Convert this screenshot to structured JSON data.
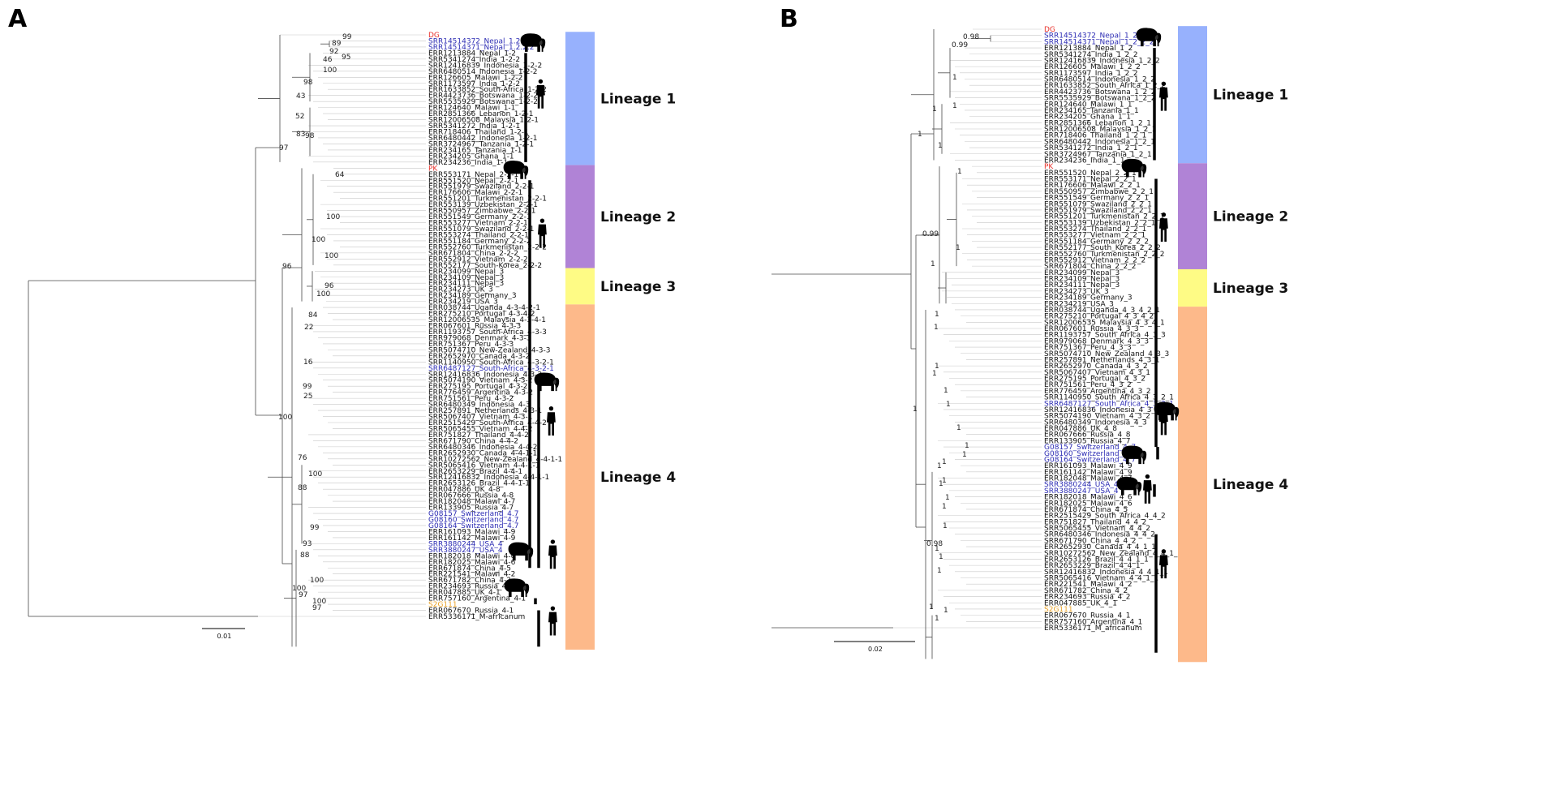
{
  "panels": [
    {
      "label": "A",
      "scale_label": "0.01",
      "lineages": [
        {
          "name": "Lineage 1",
          "color": "#97b1fd"
        },
        {
          "name": "Lineage 2",
          "color": "#b083d6"
        },
        {
          "name": "Lineage 3",
          "color": "#fefb85"
        },
        {
          "name": "Lineage 4",
          "color": "#fdb98a"
        }
      ],
      "leaves": [
        "DG",
        "SRR14514372_Nepal_1.2.2.2",
        "SRR14514371_Nepal_1.2.2.2",
        "ERR1213884_Nepal_1-2",
        "SRR5341274_India_1-2-2",
        "SRR12416839_Indonesia_1-2-2",
        "SRR6480514_Indonesia_1-2-2",
        "ERR126605_Malawi_1-2-2",
        "SRR1173597_India_1-2-2",
        "ERR1633852_South-Africa_1-2-2",
        "ERR4423736_Botswana_1-2-2",
        "SRR5535929_Botswana_1-2-2",
        "ERR124640_Malawi_1-1",
        "ERR2851366_Lebanon_1-2-1",
        "SRR12006508_Malaysia_1-2-1",
        "SRR5341272_India_1-2-1",
        "ERR718406_Thailand_1-2-1",
        "SRR6480442_Indonesia_1-2-1",
        "SRR3724967_Tanzania_1-2-1",
        "ERR234165_Tanzania_1-1",
        "ERR234205_Ghana_1-1",
        "ERR234236_India_1-1",
        "PK",
        "ERR553171_Nepal_2-2-1",
        "ERR551520_Nepal_2-2-1",
        "ERR551979_Swaziland_2-2-1",
        "ERR176606_Malawi_2-2-1",
        "ERR551201_Turkmenistan_2-2-1",
        "ERR553139_Uzbekistan_2-2-1",
        "ERR550957_Zimbabwe_2-2-1",
        "ERR551549_Germany_2-2-1",
        "ERR553277_Vietnam_2-2-1",
        "ERR551079_Swaziland_2-2-1",
        "ERR553274_Thailand_2-2-1",
        "ERR551184_Germany_2-2-2",
        "ERR552760_Turkmenistan_2-2-2",
        "SRR671804_China_2-2-2",
        "ERR552912_Vietnam_2-2-2",
        "ERR552177_South-Korea_2-2-2",
        "ERR234099_Nepal_3",
        "ERR234109_Nepal_3",
        "ERR234111_Nepal_3",
        "ERR234273_UK_3",
        "ERR234189_Germany_3",
        "ERR234219_USA_3",
        "ERR038744_Uganda_4-3-4-2-1",
        "ERR275210_Portugal_4-3-4-2",
        "SRR12006535_Malaysia_4-3-4-1",
        "ERR067601_Russia_4-3-3",
        "ERR1193757_South-Africa_4-3-3",
        "ERR979068_Denmark_4-3-3",
        "ERR751367_Peru_4-3-3",
        "SRR5074710_New-Zealand_4-3-3",
        "ERR2652970_Canada_4-3-2",
        "SRR1140950_South-Africa_4-3-2-1",
        "SRR6487127_South-Africa_4-3-2-1",
        "SRR12416836_Indonesia_4-3-2",
        "SRR5074190_Vietnam_4-3-2",
        "ERR275195_Portugal_4-3-2",
        "ERR776459_Argentina_4-3-2",
        "ERR751561_Peru_4-3-2",
        "SRR6480349_Indonesia_4-3",
        "ERR257891_Netherlands_4-3-1",
        "SRR5067407_Vietnam_4-3-1",
        "ERR2515429_South-Africa_4-4-2",
        "SRR5065455_Vietnam_4-4-2",
        "ERR751827_Thailand_4-4-2",
        "SRR671790_China_4-4-2",
        "SRR6480346_Indonesia_4-4-2",
        "ERR2652930_Canada_4-4-1-1",
        "SRR10272562_New-Zealand_4-4-1-1",
        "SRR5065416_Vietnam_4-4-1-1",
        "ERR2653229_Brazil_4-4-1",
        "SRR12416832_Indonesia_4-4-1-1",
        "ERR2653126_Brazil_4-4-1-1",
        "ERR047886_UK_4-8",
        "ERR067666_Russia_4-8",
        "ERR182048_Malawi_4-7",
        "ERR133905_Russia_4-7",
        "G08157_Switzerland_4.7",
        "G08160_Switzerland_4.7",
        "G08164_Switzerland_4.7",
        "ERR161093_Malawi_4-9",
        "ERR161142_Malawi_4-9",
        "SRR3880244_USA_4",
        "SRR3880247_USA_4",
        "ERR182018_Malawi_4-6",
        "ERR182025_Malawi_4-6",
        "ERR671874_China_4-5",
        "ERR221541_Malawi_4-2",
        "SRR671782_China_4-2",
        "ERR234693_Russia_4-2",
        "ERR047885_UK_4-1",
        "ERR757160_Argentina_4-1",
        "S2G111",
        "ERR067670_Russia_4-1",
        "ERR5336171_M-africanum"
      ],
      "special_leaves": {
        "red": [
          "DG",
          "PK"
        ],
        "blue": [
          "SRR14514372_Nepal_1.2.2.2",
          "SRR14514371_Nepal_1.2.2.2",
          "SRR6487127_South-Africa_4-3-2-1",
          "G08157_Switzerland_4.7",
          "G08160_Switzerland_4.7",
          "G08164_Switzerland_4.7",
          "SRR3880244_USA_4",
          "SRR3880247_USA_4"
        ],
        "orange": [
          "S2G111"
        ]
      },
      "support_values": [
        "99",
        "89",
        "92",
        "95",
        "46",
        "100",
        "98",
        "43",
        "52",
        "83",
        "98",
        "97",
        "64",
        "100",
        "100",
        "100",
        "96",
        "96",
        "100",
        "84",
        "22",
        "16",
        "99",
        "25",
        "100",
        "76",
        "100",
        "88",
        "99",
        "93",
        "88",
        "100",
        "100",
        "97",
        "100",
        "97"
      ]
    },
    {
      "label": "B",
      "scale_label": "0.02",
      "lineages": [
        {
          "name": "Lineage 1",
          "color": "#97b1fd"
        },
        {
          "name": "Lineage 2",
          "color": "#b083d6"
        },
        {
          "name": "Lineage 3",
          "color": "#fefb85"
        },
        {
          "name": "Lineage 4",
          "color": "#fdb98a"
        }
      ],
      "leaves": [
        "DG",
        "SRR14514372_Nepal_1_2_2_2",
        "SRR14514371_Nepal_1_2_2_2",
        "ERR1213884_Nepal_1_2",
        "SRR5341274_India_1_2_2",
        "SRR12416839_Indonesia_1_2_2",
        "ERR126605_Malawi_1_2_2",
        "SRR1173597_India_1_2_2",
        "SRR6480514_Indonesia_1_2_2",
        "ERR1633852_South_Africa_1_2_2",
        "ERR4423736_Botswana_1_2_2",
        "SRR5535929_Botswana_1_2_2",
        "ERR124640_Malawi_1_1",
        "ERR234165_Tanzania_1_1",
        "ERR234205_Ghana_1_1",
        "ERR2851366_Lebanon_1_2_1",
        "SRR12006508_Malaysia_1_2_1",
        "ERR718406_Thailand_1_2_1",
        "SRR6480442_Indonesia_1_2_1",
        "SRR5341272_India_1_2_1",
        "SRR3724967_Tanzania_1_2_1",
        "ERR234236_India_1_1",
        "PK",
        "ERR551520_Nepal_2_2_1",
        "ERR553171_Nepal_2_2_1",
        "ERR176606_Malawi_2_2_1",
        "ERR550957_Zimbabwe_2_2_1",
        "ERR551549_Germany_2_2_1",
        "ERR551079_Swaziland_2_2_1",
        "ERR551979_Swaziland_2_2_1",
        "ERR551201_Turkmenistan_2_2_1",
        "ERR553139_Uzbekistan_2_2_1",
        "ERR553274_Thailand_2_2_1",
        "ERR553277_Vietnam_2_2_1",
        "ERR551184_Germany_2_2_2",
        "ERR552177_South_Korea_2_2_2",
        "ERR552760_Turkmenistan_2_2_2",
        "ERR552912_Vietnam_2_2_2",
        "SRR671804_China_2_2_2",
        "ERR234099_Nepal_3",
        "ERR234109_Nepal_3",
        "ERR234111_Nepal_3",
        "ERR234273_UK_3",
        "ERR234189_Germany_3",
        "ERR234219_USA_3",
        "ERR038744_Uganda_4_3_4_2_1",
        "ERR275210_Portugal_4_3_4_2",
        "SRR12006535_Malaysia_4_3_4_1",
        "ERR067601_Russia_4_3_3",
        "ERR1193757_South_Africa_4_3_3",
        "ERR979068_Denmark_4_3_3",
        "ERR751367_Peru_4_3_3",
        "SRR5074710_New_Zealand_4_3_3",
        "ERR257891_Netherlands_4_3_1",
        "ERR2652970_Canada_4_3_2",
        "SRR5067407_Vietnam_4_3_1",
        "ERR275195_Portugal_4_3_2",
        "ERR751561_Peru_4_3_2",
        "ERR776459_Argentina_4_3_2",
        "SRR1140950_South_Africa_4_3_2_1",
        "SRR6487127_South_Africa_4_3_2_1",
        "SRR12416836_Indonesia_4_3_2",
        "SRR5074190_Vietnam_4_3_2",
        "SRR6480349_Indonesia_4_3",
        "ERR047886_UK_4_8",
        "ERR067666_Russia_4_8",
        "ERR133905_Russia_4_7",
        "G08157_Switzerland_4_7",
        "G08160_Switzerland_4_7",
        "G08164_Switzerland_4_7",
        "ERR161093_Malawi_4_9",
        "ERR161142_Malawi_4_9",
        "ERR182048_Malawi_4_7",
        "SRR3880244_USA_4",
        "SRR3880247_USA_4",
        "ERR182018_Malawi_4_6",
        "ERR182025_Malawi_4_6",
        "ERR671874_China_4_5",
        "ERR2515429_South_Africa_4_4_2",
        "ERR751827_Thailand_4_4_2",
        "SRR5065455_Vietnam_4_4_2",
        "SRR6480346_Indonesia_4_4_2",
        "SRR671790_China_4_4_2",
        "ERR2652930_Canada_4_4_1_1",
        "SRR10272562_New_Zealand_4_4_1_1",
        "ERR2653126_Brazil_4_4_1_1",
        "ERR2653229_Brazil_4_4_1",
        "SRR12416832_Indonesia_4_4_1_1",
        "SRR5065416_Vietnam_4_4_1_1",
        "ERR221541_Malawi_4_2",
        "SRR671782_China_4_2",
        "ERR234693_Russia_4_2",
        "ERR047885_UK_4_1",
        "S2G111",
        "ERR067670_Russia_4_1",
        "ERR757160_Argentina_4_1",
        "ERR5336171_M_africanum"
      ],
      "special_leaves": {
        "red": [
          "DG",
          "PK"
        ],
        "blue": [
          "SRR14514372_Nepal_1_2_2_2",
          "SRR14514371_Nepal_1_2_2_2",
          "SRR6487127_South_Africa_4_3_2_1",
          "G08157_Switzerland_4_7",
          "G08160_Switzerland_4_7",
          "G08164_Switzerland_4_7",
          "SRR3880244_USA_4",
          "SRR3880247_USA_4"
        ],
        "orange": [
          "S2G111"
        ]
      },
      "support_values": [
        "0.98",
        "0.99",
        "1",
        "1",
        "1",
        "1",
        "1",
        "1",
        "0.99",
        "1",
        "1",
        "1",
        "1",
        "1",
        "1",
        "1",
        "1",
        "1",
        "1",
        "1",
        "1",
        "1",
        "1",
        "1",
        "1",
        "0.98",
        "1",
        "1",
        "1",
        "1",
        "1",
        "1",
        "1",
        "1",
        "1"
      ]
    }
  ],
  "colors": {
    "red": "#e8302a",
    "blue": "#2b2bb3",
    "orange": "#e9a226",
    "branch": "#4a4a4a",
    "branch_light": "#c8c8c8",
    "mark": "#000000"
  },
  "icons": [
    "elephant-icon",
    "human-icon"
  ]
}
